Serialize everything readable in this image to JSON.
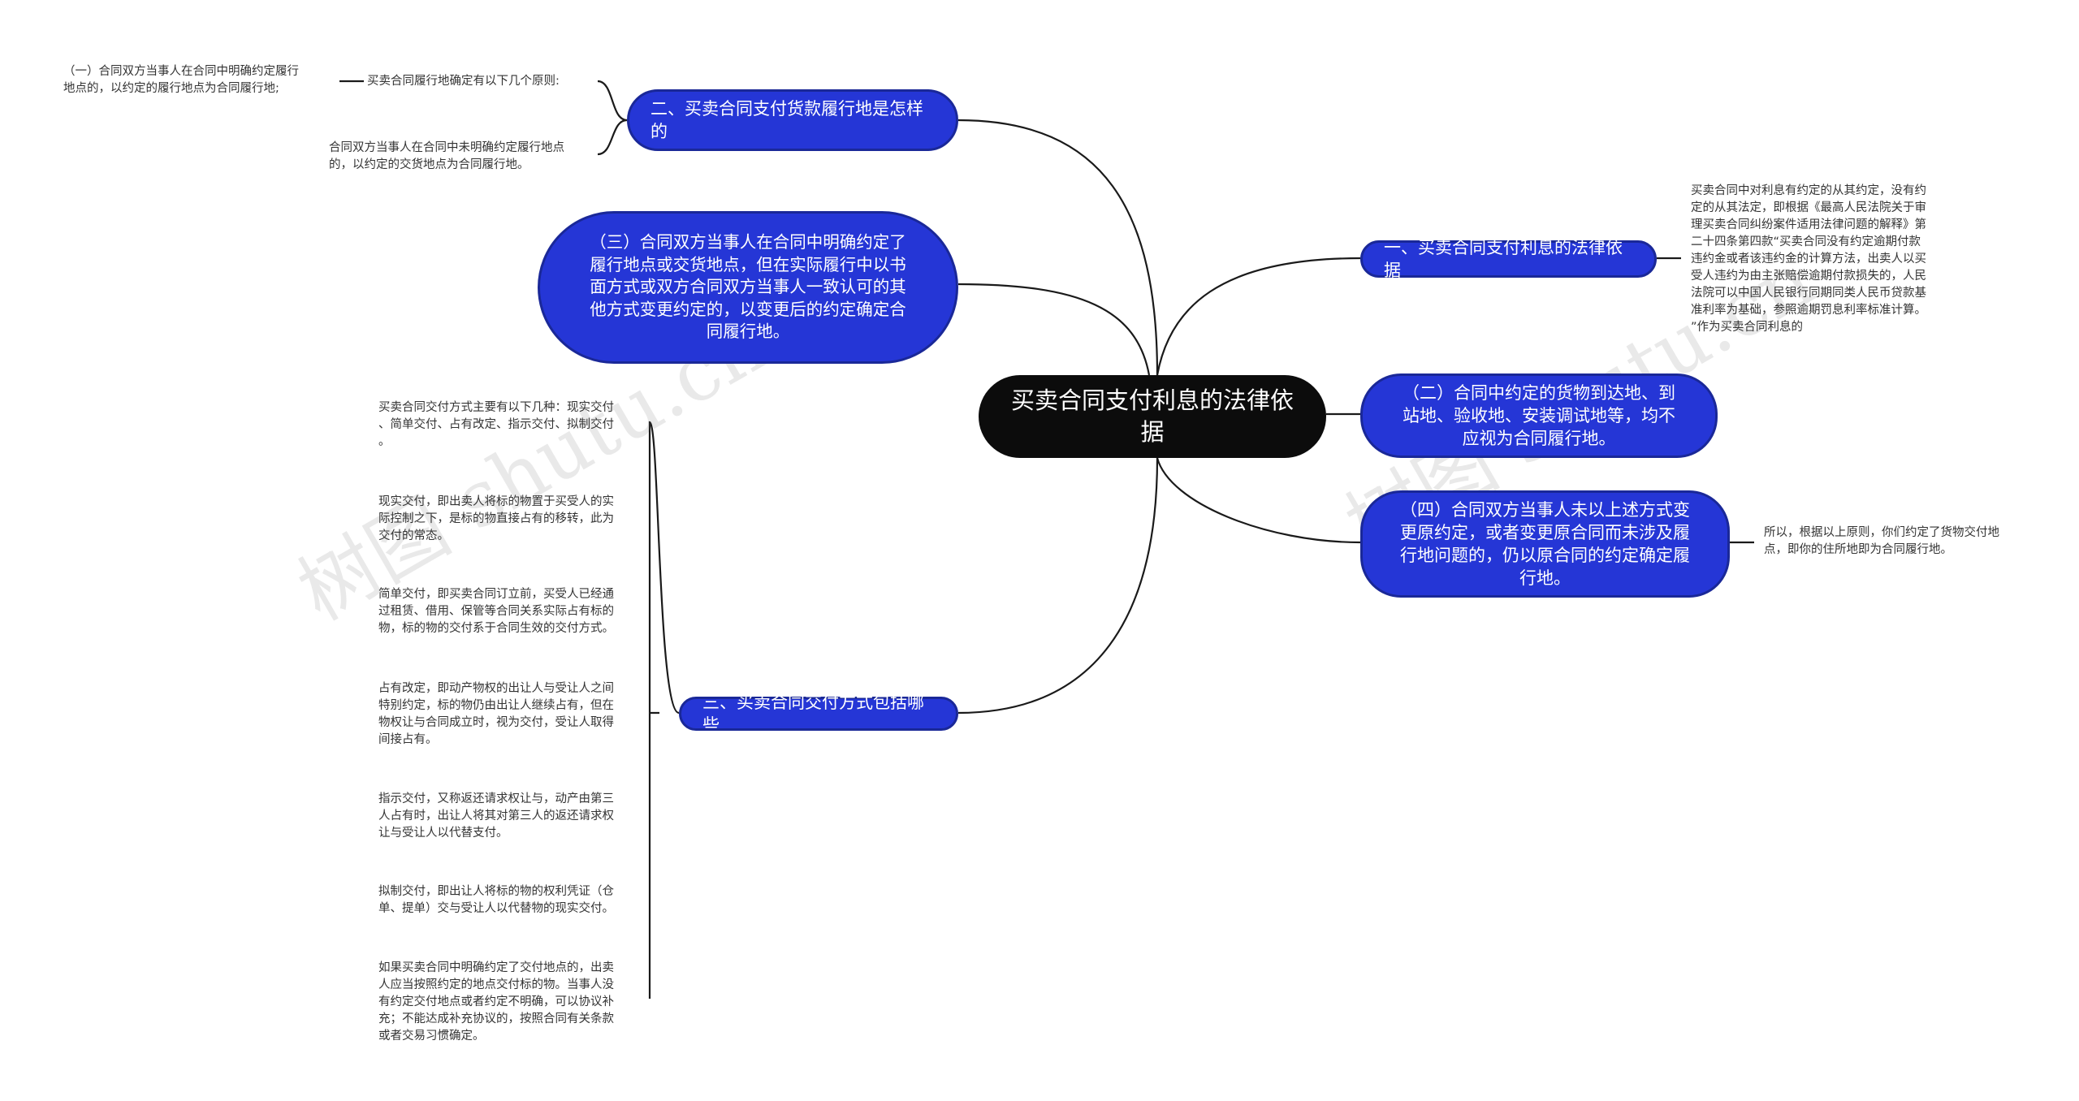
{
  "root": {
    "label": "买卖合同支付利息的法律依据"
  },
  "branches": {
    "b2": {
      "label": "二、买卖合同支付货款履行地是怎样的"
    },
    "b3big": {
      "label": "（三）合同双方当事人在合同中明确约定了履行地点或交货地点，但在实际履行中以书面方式或双方合同双方当事人一致认可的其他方式变更约定的，以变更后的约定确定合同履行地。"
    },
    "b3": {
      "label": "三、买卖合同交付方式包括哪些"
    },
    "b1": {
      "label": "一、买卖合同支付利息的法律依据"
    },
    "er": {
      "label": "（二）合同中约定的货物到达地、到站地、验收地、安装调试地等，均不应视为合同履行地。"
    },
    "si": {
      "label": "（四）合同双方当事人未以上述方式变更原约定，或者变更原合同而未涉及履行地问题的，仍以原合同的约定确定履行地。"
    }
  },
  "notes": {
    "principles": "买卖合同履行地确定有以下几个原则:",
    "yi": "（一）合同双方当事人在合同中明确约定履行\n地点的，以约定的履行地点为合同履行地;",
    "weiming": "合同双方当事人在合同中未明确约定履行地点\n的，以约定的交货地点为合同履行地。",
    "lixi": "买卖合同中对利息有约定的从其约定，没有约\n定的从其法定，即根据《最高人民法院关于审\n理买卖合同纠纷案件适用法律问题的解释》第\n二十四条第四款“买卖合同没有约定逾期付款\n违约金或者该违约金的计算方法，出卖人以买\n受人违约为由主张赔偿逾期付款损失的，人民\n法院可以中国人民银行同期同类人民币贷款基\n准利率为基础，参照逾期罚息利率标准计算。\n”作为买卖合同利息的",
    "suoyi": "所以，根据以上原则，你们约定了货物交付地\n点，即你的住所地即为合同履行地。",
    "jiaofu": [
      "买卖合同交付方式主要有以下几种：现实交付\n、简单交付、占有改定、指示交付、拟制交付\n。",
      "现实交付，即出卖人将标的物置于买受人的实\n际控制之下，是标的物直接占有的移转，此为\n交付的常态。",
      "简单交付，即买卖合同订立前，买受人已经通\n过租赁、借用、保管等合同关系实际占有标的\n物，标的物的交付系于合同生效的交付方式。",
      "占有改定，即动产物权的出让人与受让人之间\n特别约定，标的物仍由出让人继续占有，但在\n物权让与合同成立时，视为交付，受让人取得\n间接占有。",
      "指示交付，又称返还请求权让与，动产由第三\n人占有时，出让人将其对第三人的返还请求权\n让与受让人以代替支付。",
      "拟制交付，即出让人将标的物的权利凭证（仓\n单、提单）交与受让人以代替物的现实交付。",
      "如果买卖合同中明确约定了交付地点的，出卖\n人应当按照约定的地点交付标的物。当事人没\n有约定交付地点或者约定不明确，可以协议补\n充；不能达成补充协议的，按照合同有关条款\n或者交易习惯确定。"
    ]
  },
  "watermark": [
    "树图 shutu.cn",
    "树图 shutu.cn"
  ],
  "colors": {
    "branch_fill": "#2536d6",
    "root_fill": "#0c0c0c",
    "line": "#1a1a1a"
  }
}
